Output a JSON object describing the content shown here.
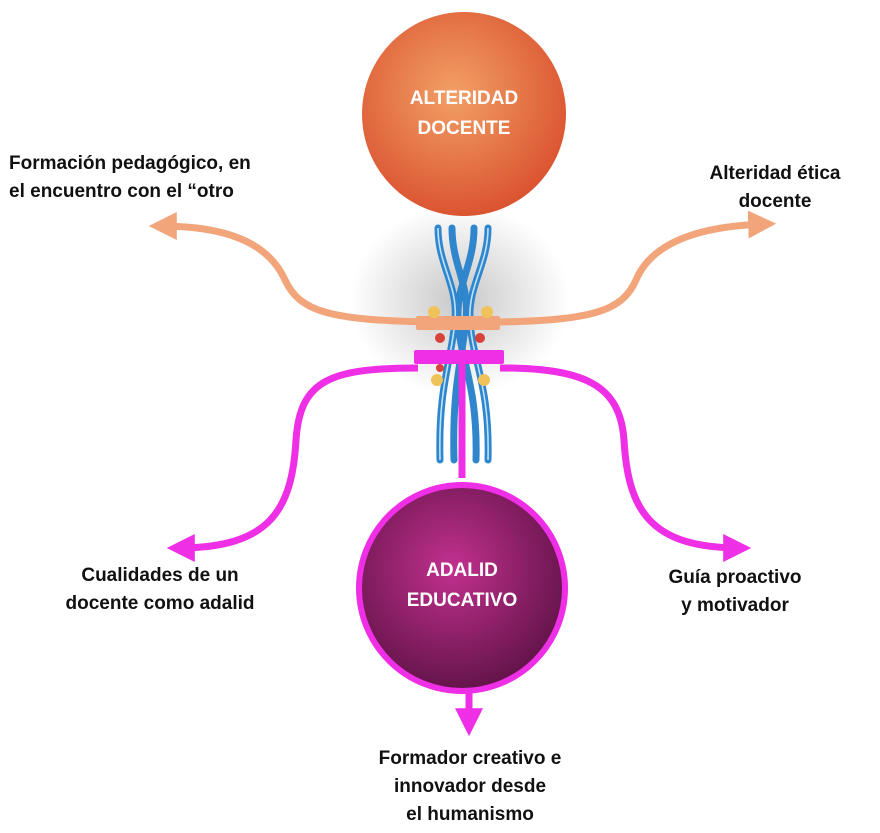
{
  "nodes": {
    "top": {
      "line1": "ALTERIDAD",
      "line2": "DOCENTE",
      "color_a": "#f2a066",
      "color_b": "#d94e2c"
    },
    "bottom": {
      "line1": "ADALID",
      "line2": "EDUCATIVO",
      "color_a": "#c2308f",
      "color_b": "#5c1244",
      "ring": "#ee2fe6"
    }
  },
  "branches": {
    "upper_left": {
      "line1": "Formación pedagógico, en",
      "line2": "el encuentro con el “otro"
    },
    "upper_right": {
      "line1": "Alteridad ética",
      "line2": "docente"
    },
    "lower_left": {
      "line1": "Cualidades de un",
      "line2": "docente como adalid"
    },
    "lower_right": {
      "line1": "Guía proactivo",
      "line2": "y motivador"
    },
    "bottom": {
      "line1": "Formador creativo e",
      "line2": "innovador desde",
      "line3": "el humanismo"
    }
  },
  "colors": {
    "upper_arrows": "#f2a57a",
    "lower_arrows": "#ee2fe6",
    "strands": "#2f86cc"
  }
}
